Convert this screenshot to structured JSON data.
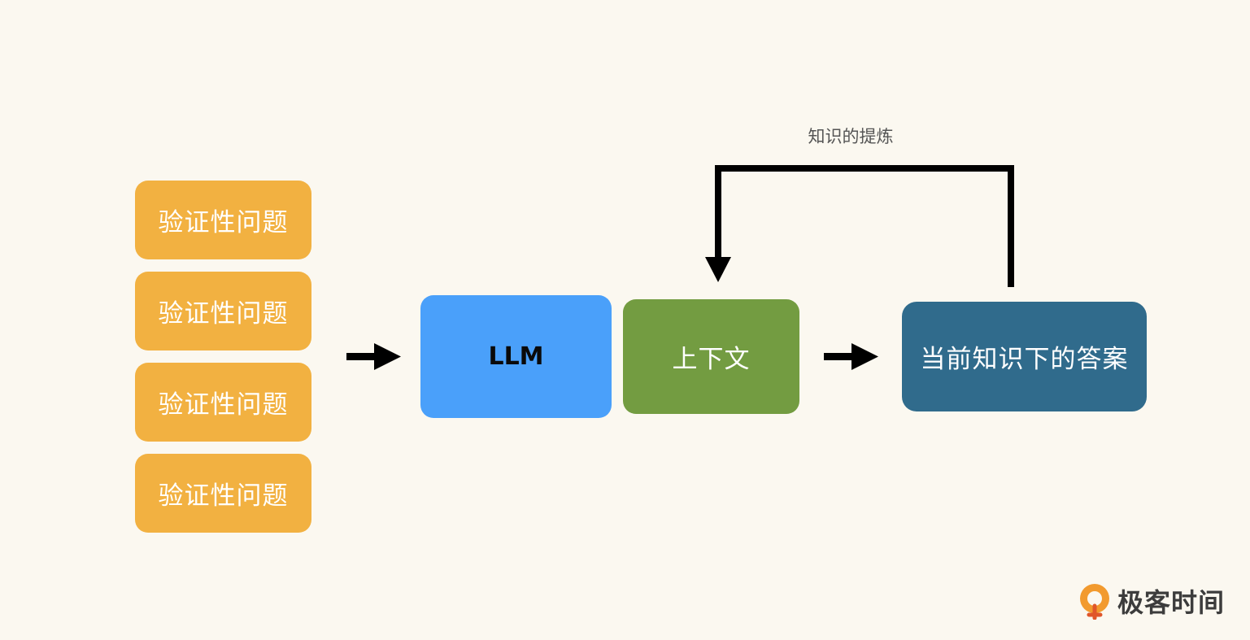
{
  "diagram": {
    "questions": [
      "验证性问题",
      "验证性问题",
      "验证性问题",
      "验证性问题"
    ],
    "llm_label": "LLM",
    "context_label": "上下文",
    "answer_label": "当前知识下的答案",
    "feedback_label": "知识的提炼"
  },
  "colors": {
    "background": "#fbf8f0",
    "question_box": "#f2b141",
    "llm_box": "#4aa0fa",
    "context_box": "#739c41",
    "answer_box": "#306b8c",
    "arrow": "#000000"
  },
  "logo": {
    "text": "极客时间",
    "icon": "geektime-logo-icon"
  }
}
